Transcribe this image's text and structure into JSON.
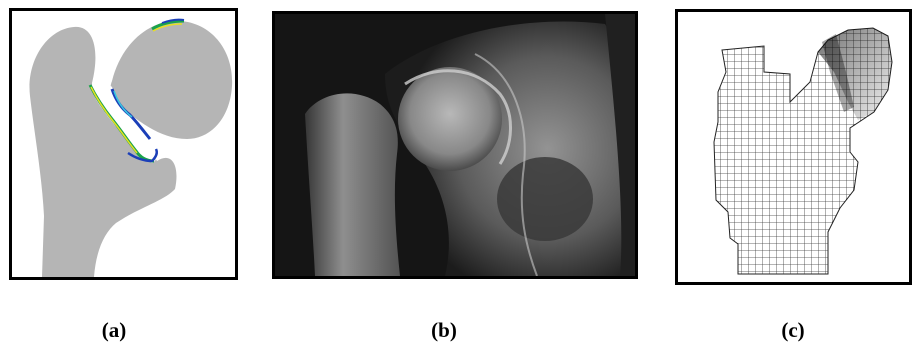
{
  "figure": {
    "panels": [
      {
        "id": "a",
        "caption": "(a)"
      },
      {
        "id": "b",
        "caption": "(b)"
      },
      {
        "id": "c",
        "caption": "(c)"
      }
    ]
  },
  "colors": {
    "bone_gray": "#b5b5b5",
    "crack_blue": "#1b3fb8",
    "crack_green": "#1aa34a",
    "crack_yellow": "#e8e020",
    "crack_cyan": "#38c6e0",
    "xray_dark": "#111111",
    "mesh_line": "#3a3a3a"
  }
}
